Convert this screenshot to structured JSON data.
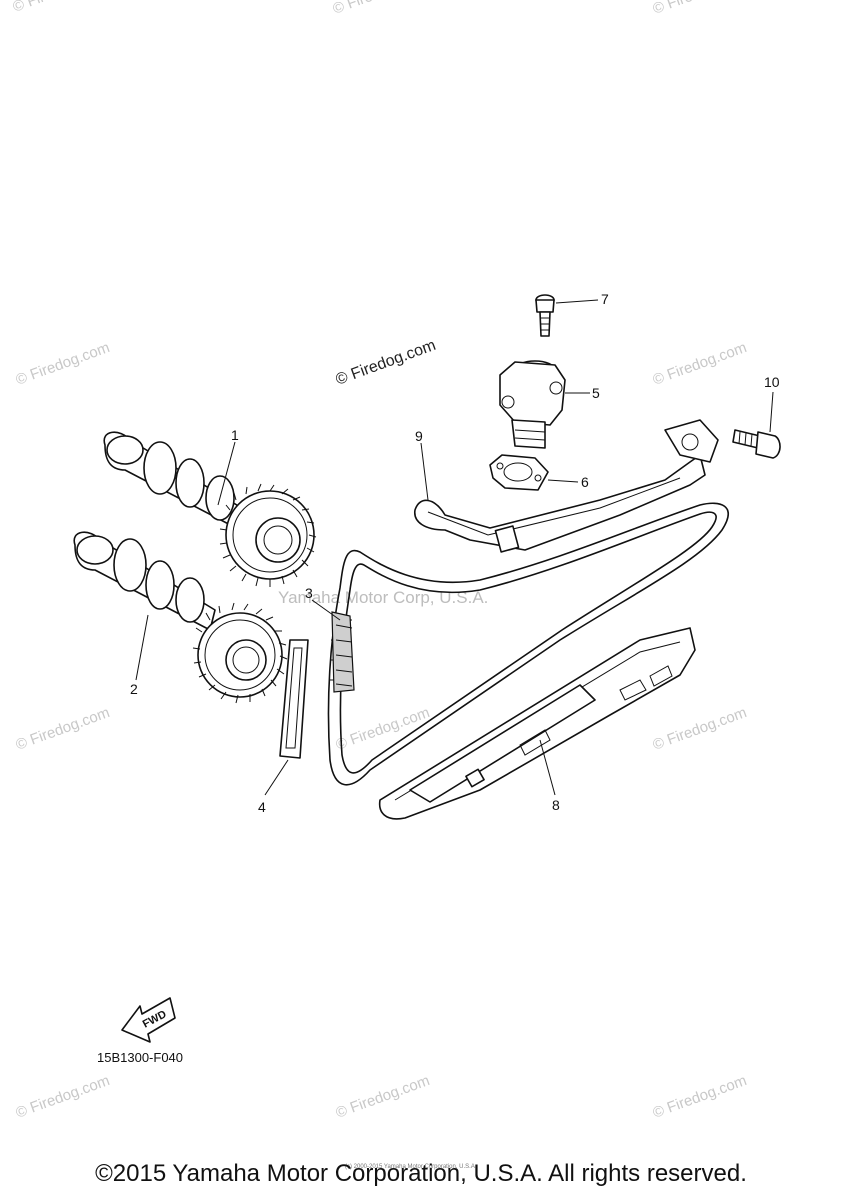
{
  "callouts": [
    "1",
    "2",
    "3",
    "4",
    "5",
    "6",
    "7",
    "8",
    "9",
    "10"
  ],
  "watermark": {
    "firedog": "© Firedog.com",
    "center": "Yamaha Motor Corp, U.S.A."
  },
  "fwd_label": "FWD",
  "drawing_code": "15B1300-F040",
  "fine_print": "(c) 2000-2015 Yamaha Motor Corporation, U.S.A.",
  "copyright": "©2015 Yamaha Motor Corporation, U.S.A. All rights reserved."
}
